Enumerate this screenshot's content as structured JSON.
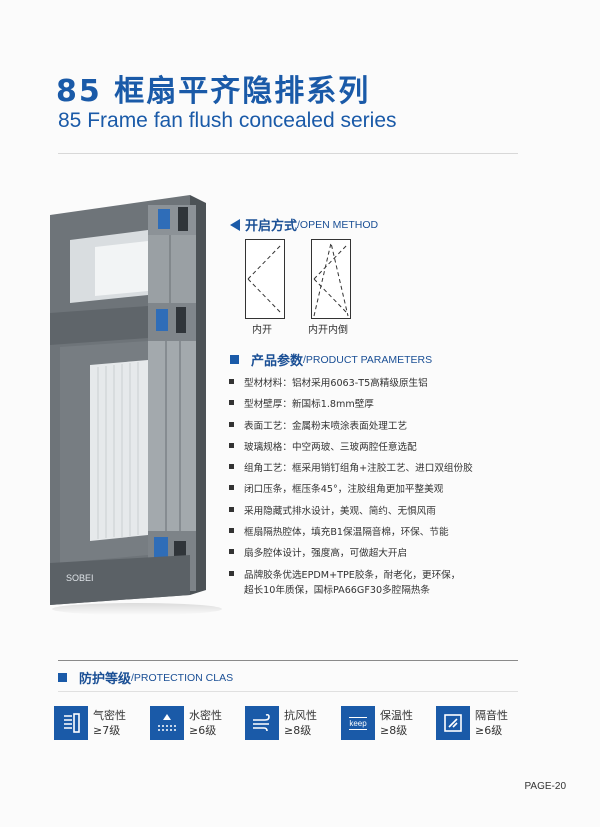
{
  "title": {
    "zh": "85 框扇平齐隐排系列",
    "en": "85 Frame fan flush concealed series"
  },
  "illustration": {
    "brand_mark": "SOBEI"
  },
  "open_method": {
    "heading_zh": "开启方式",
    "heading_en": "/OPEN METHOD",
    "options": [
      {
        "label": "内开"
      },
      {
        "label": "内开内倒"
      }
    ]
  },
  "product_parameters": {
    "heading_zh": "产品参数",
    "heading_en": "/PRODUCT PARAMETERS",
    "items": [
      "型材材料：铝材采用6063-T5高精级原生铝",
      "型材壁厚：新国标1.8mm壁厚",
      "表面工艺：金属粉末喷涂表面处理工艺",
      "玻璃规格：中空两玻、三玻两腔任意选配",
      "组角工艺：框采用销钉组角+注胶工艺、进口双组份胶",
      "闭口压条，框压条45°，注胶组角更加平整美观",
      "采用隐藏式排水设计，美观、简约、无惧风雨",
      "框扇隔热腔体，填充B1保温隔音棉，环保、节能",
      "扇多腔体设计，强度高，可做超大开启",
      "品牌胶条优选EPDM+TPE胶条，耐老化，更环保，"
    ],
    "continuation": "超长10年质保，国标PA66GF30多腔隔热条"
  },
  "protection": {
    "heading_zh": "防护等级",
    "heading_en": "/PROTECTION CLAS",
    "items": [
      {
        "name": "气密性",
        "grade": "≥7级",
        "icon": "airtight-icon"
      },
      {
        "name": "水密性",
        "grade": "≥6级",
        "icon": "watertight-icon"
      },
      {
        "name": "抗风性",
        "grade": "≥8级",
        "icon": "wind-icon"
      },
      {
        "name": "保温性",
        "grade": "≥8级",
        "icon": "keep-icon",
        "icon_text": "keep"
      },
      {
        "name": "隔音性",
        "grade": "≥6级",
        "icon": "soundproof-icon"
      }
    ]
  },
  "page": "PAGE-20",
  "colors": {
    "brand_blue": "#1a5aa8",
    "profile_gray": "#6e7479"
  }
}
